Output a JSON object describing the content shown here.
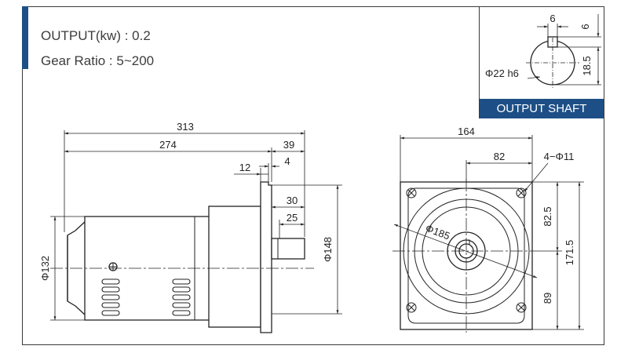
{
  "specs": {
    "output": "OUTPUT(kw) : 0.2",
    "gear_ratio": "Gear Ratio : 5~200"
  },
  "output_shaft": {
    "title": "OUTPUT SHAFT",
    "key_width": "6",
    "key_depth": "6",
    "key_height": "18.5",
    "diameter": "Φ22 h6"
  },
  "side_view": {
    "overall_length": "313",
    "body_length": "274",
    "shaft_extension": "39",
    "flange_thickness": "12",
    "spigot_depth": "4",
    "shaft_length": "30",
    "key_length": "25",
    "motor_diameter": "Φ132",
    "flange_height": "Φ148"
  },
  "front_view": {
    "flange_width": "164",
    "hole_offset": "82",
    "holes": "4−Φ11",
    "pcd": "Φ185",
    "upper_height": "82.5",
    "total_height": "171.5",
    "lower_height": "89"
  },
  "colors": {
    "accent": "#1d4f86",
    "line": "#222222"
  }
}
